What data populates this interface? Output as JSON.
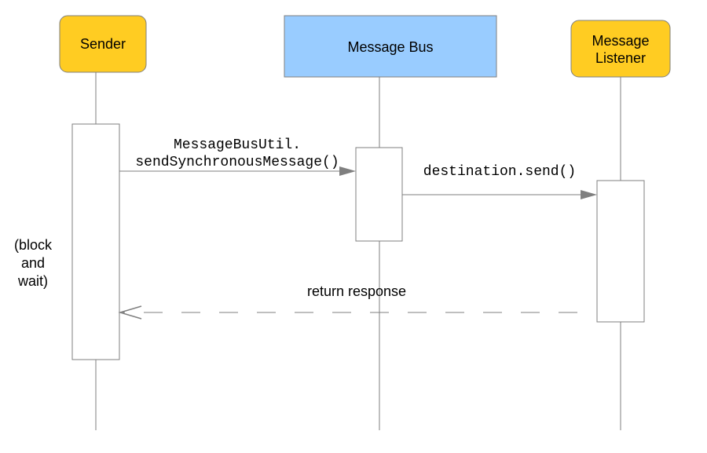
{
  "participants": {
    "sender": {
      "label": "Sender"
    },
    "bus": {
      "label": "Message Bus"
    },
    "listener": {
      "line1": "Message",
      "line2": "Listener"
    }
  },
  "messages": {
    "send_sync": {
      "line1": "MessageBusUtil.",
      "line2": "sendSynchronousMessage()"
    },
    "destination_send": {
      "label": "destination.send()"
    },
    "return_response": {
      "label": "return response"
    }
  },
  "notes": {
    "block_wait": {
      "line1": "(block",
      "line2": "and",
      "line3": "wait)"
    }
  },
  "colors": {
    "actor_fill": "#ffcc22",
    "actor_stroke": "#7f7f7f",
    "bus_fill": "#99ccff",
    "line": "#7f7f7f"
  }
}
